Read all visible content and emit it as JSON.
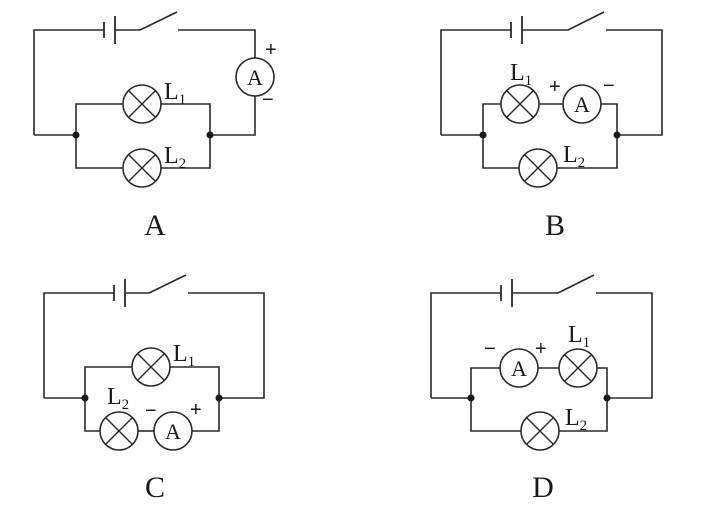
{
  "figure": {
    "description": "Four circuit diagrams (options A–D), each with a battery, an open switch, two lamps L1 and L2 in parallel, and an ammeter A placed in a different position.",
    "options": [
      {
        "id": "A",
        "label": "A",
        "ammeter_position": "main line (series with battery)",
        "ammeter_label": "A",
        "ammeter_plus": "+",
        "ammeter_minus": "−",
        "lamp1": {
          "name": "L",
          "sub": "1"
        },
        "lamp2": {
          "name": "L",
          "sub": "2"
        }
      },
      {
        "id": "B",
        "label": "B",
        "ammeter_position": "branch with L1",
        "ammeter_label": "A",
        "ammeter_plus": "+",
        "ammeter_minus": "−",
        "lamp1": {
          "name": "L",
          "sub": "1"
        },
        "lamp2": {
          "name": "L",
          "sub": "2"
        }
      },
      {
        "id": "C",
        "label": "C",
        "ammeter_position": "branch with L2",
        "ammeter_label": "A",
        "ammeter_plus": "+",
        "ammeter_minus": "−",
        "lamp1": {
          "name": "L",
          "sub": "1"
        },
        "lamp2": {
          "name": "L",
          "sub": "2"
        }
      },
      {
        "id": "D",
        "label": "D",
        "ammeter_position": "branch with L1",
        "ammeter_label": "A",
        "ammeter_plus": "+",
        "ammeter_minus": "−",
        "lamp1": {
          "name": "L",
          "sub": "1"
        },
        "lamp2": {
          "name": "L",
          "sub": "2"
        }
      }
    ]
  }
}
